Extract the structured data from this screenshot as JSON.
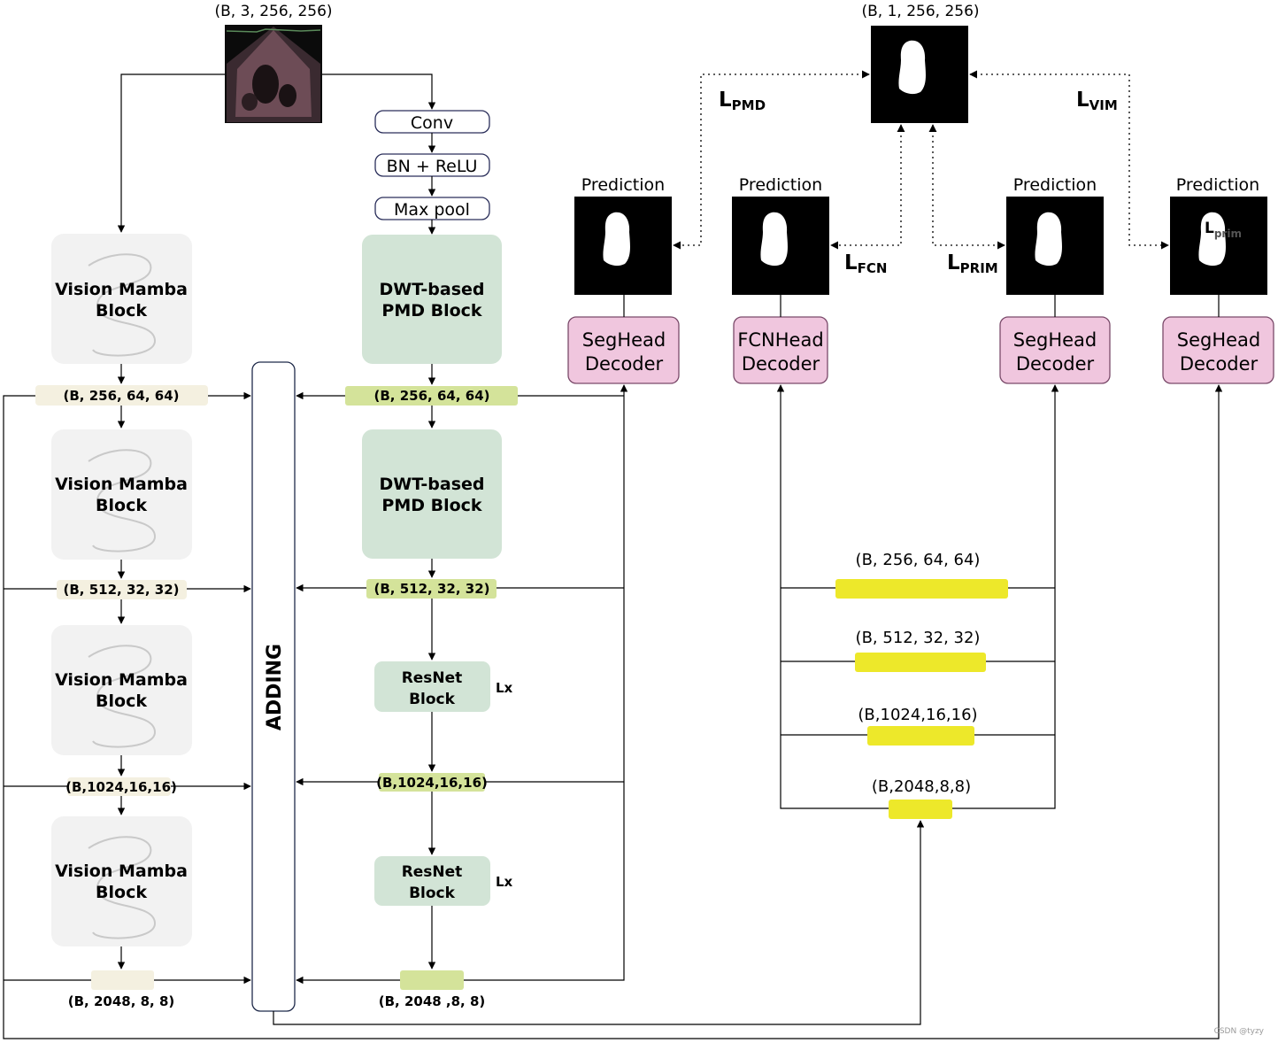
{
  "input": {
    "shape": "(B, 3, 256, 256)",
    "image": "echocardiogram-thumbnail"
  },
  "ground_truth": {
    "shape": "(B, 1, 256, 256)",
    "image": "mask-thumbnail"
  },
  "stem": {
    "conv": "Conv",
    "bn": "BN + ReLU",
    "pool": "Max pool"
  },
  "vim": {
    "blocks": [
      {
        "line1": "Vision Mamba",
        "line2": "Block"
      },
      {
        "line1": "Vision Mamba",
        "line2": "Block"
      },
      {
        "line1": "Vision Mamba",
        "line2": "Block"
      },
      {
        "line1": "Vision Mamba",
        "line2": "Block"
      }
    ],
    "features": [
      "(B, 256, 64, 64)",
      "(B, 512, 32, 32)",
      "(B,1024,16,16)",
      "(B, 2048, 8, 8)"
    ]
  },
  "adding": "ADDING",
  "pmd": {
    "blocks": [
      {
        "line1": "DWT-based",
        "line2": "PMD Block"
      },
      {
        "line1": "DWT-based",
        "line2": "PMD Block"
      }
    ],
    "resnet": [
      {
        "line1": "ResNet",
        "line2": "Block",
        "repeat": "Lx"
      },
      {
        "line1": "ResNet",
        "line2": "Block",
        "repeat": "Lx"
      }
    ],
    "features": [
      "(B, 256, 64, 64)",
      "(B, 512, 32, 32)",
      "(B,1024,16,16)",
      "(B, 2048 ,8, 8)"
    ]
  },
  "fused_features": [
    "(B, 256, 64, 64)",
    "(B, 512, 32, 32)",
    "(B,1024,16,16)",
    "(B,2048,8,8)"
  ],
  "heads": [
    {
      "line1": "SegHead",
      "line2": "Decoder",
      "prediction": "Prediction"
    },
    {
      "line1": "FCNHead",
      "line2": "Decoder",
      "prediction": "Prediction"
    },
    {
      "line1": "SegHead",
      "line2": "Decoder",
      "prediction": "Prediction"
    },
    {
      "line1": "SegHead",
      "line2": "Decoder",
      "prediction": "Prediction"
    }
  ],
  "losses": {
    "pmd": {
      "main": "L",
      "sub": "PMD"
    },
    "fcn": {
      "main": "L",
      "sub": "FCN"
    },
    "prim": {
      "main": "L",
      "sub": "PRIM"
    },
    "vim": {
      "main": "L",
      "sub": "VIM"
    },
    "prim_overlay": {
      "main": "L",
      "sub": "prim"
    }
  },
  "watermark": "CSDN @tyzy",
  "colors": {
    "vim_block": "#f2f2f2",
    "vim_feature": "#f4f0e0",
    "pmd_block": "#d2e4d6",
    "pmd_feature": "#d4e39a",
    "fused_feature": "#ede82a",
    "decoder": "#f0c6de",
    "decoder_border": "#7a4a6a"
  }
}
